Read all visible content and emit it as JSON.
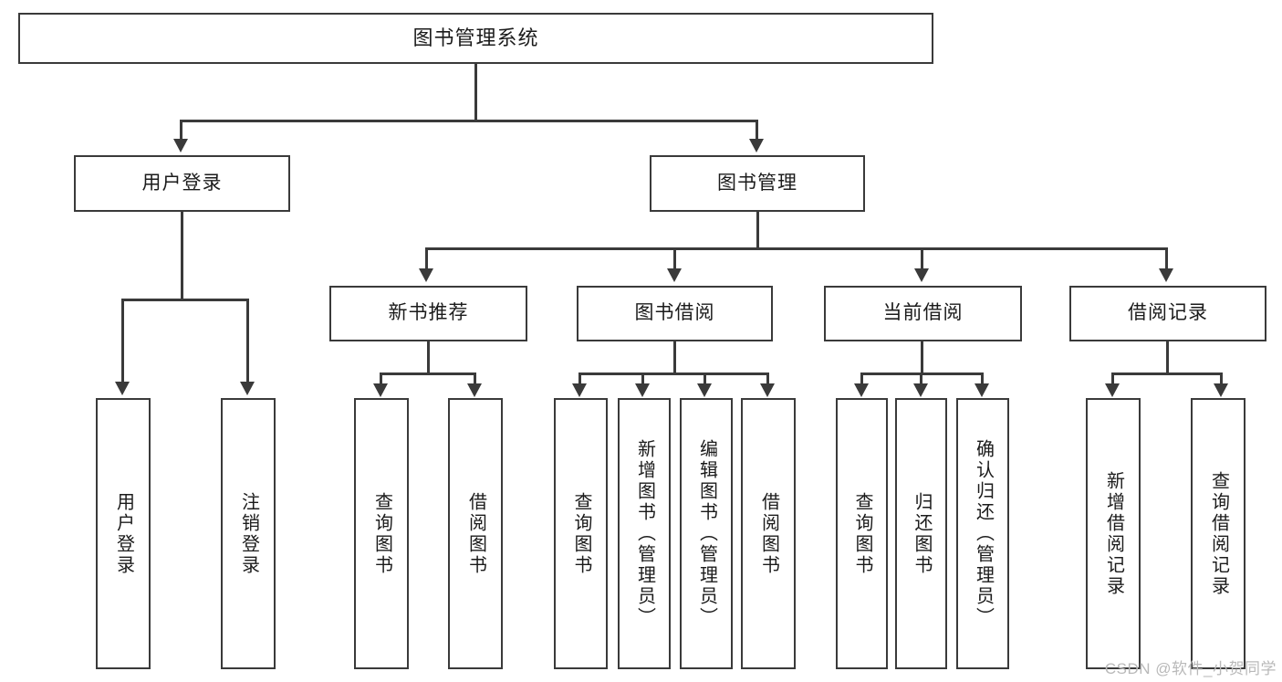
{
  "diagram": {
    "title": "图书管理系统",
    "watermark": "CSDN @软件_小贺同学",
    "accent_color": "#3a3a3a",
    "background_color": "#ffffff",
    "root": {
      "label": "图书管理系统"
    },
    "level1": [
      {
        "label": "用户登录"
      },
      {
        "label": "图书管理"
      }
    ],
    "level2": [
      {
        "label": "新书推荐"
      },
      {
        "label": "图书借阅"
      },
      {
        "label": "当前借阅"
      },
      {
        "label": "借阅记录"
      }
    ],
    "leaves": {
      "user_login": [
        {
          "label": "用户登录"
        },
        {
          "label": "注销登录"
        }
      ],
      "new_book_recommend": [
        {
          "label": "查询图书"
        },
        {
          "label": "借阅图书"
        }
      ],
      "book_borrow": [
        {
          "label": "查询图书"
        },
        {
          "label": "新增图书（管理员）"
        },
        {
          "label": "编辑图书（管理员）"
        },
        {
          "label": "借阅图书"
        }
      ],
      "current_borrow": [
        {
          "label": "查询图书"
        },
        {
          "label": "归还图书"
        },
        {
          "label": "确认归还（管理员）"
        }
      ],
      "borrow_record": [
        {
          "label": "新增借阅记录"
        },
        {
          "label": "查询借阅记录"
        }
      ]
    }
  }
}
